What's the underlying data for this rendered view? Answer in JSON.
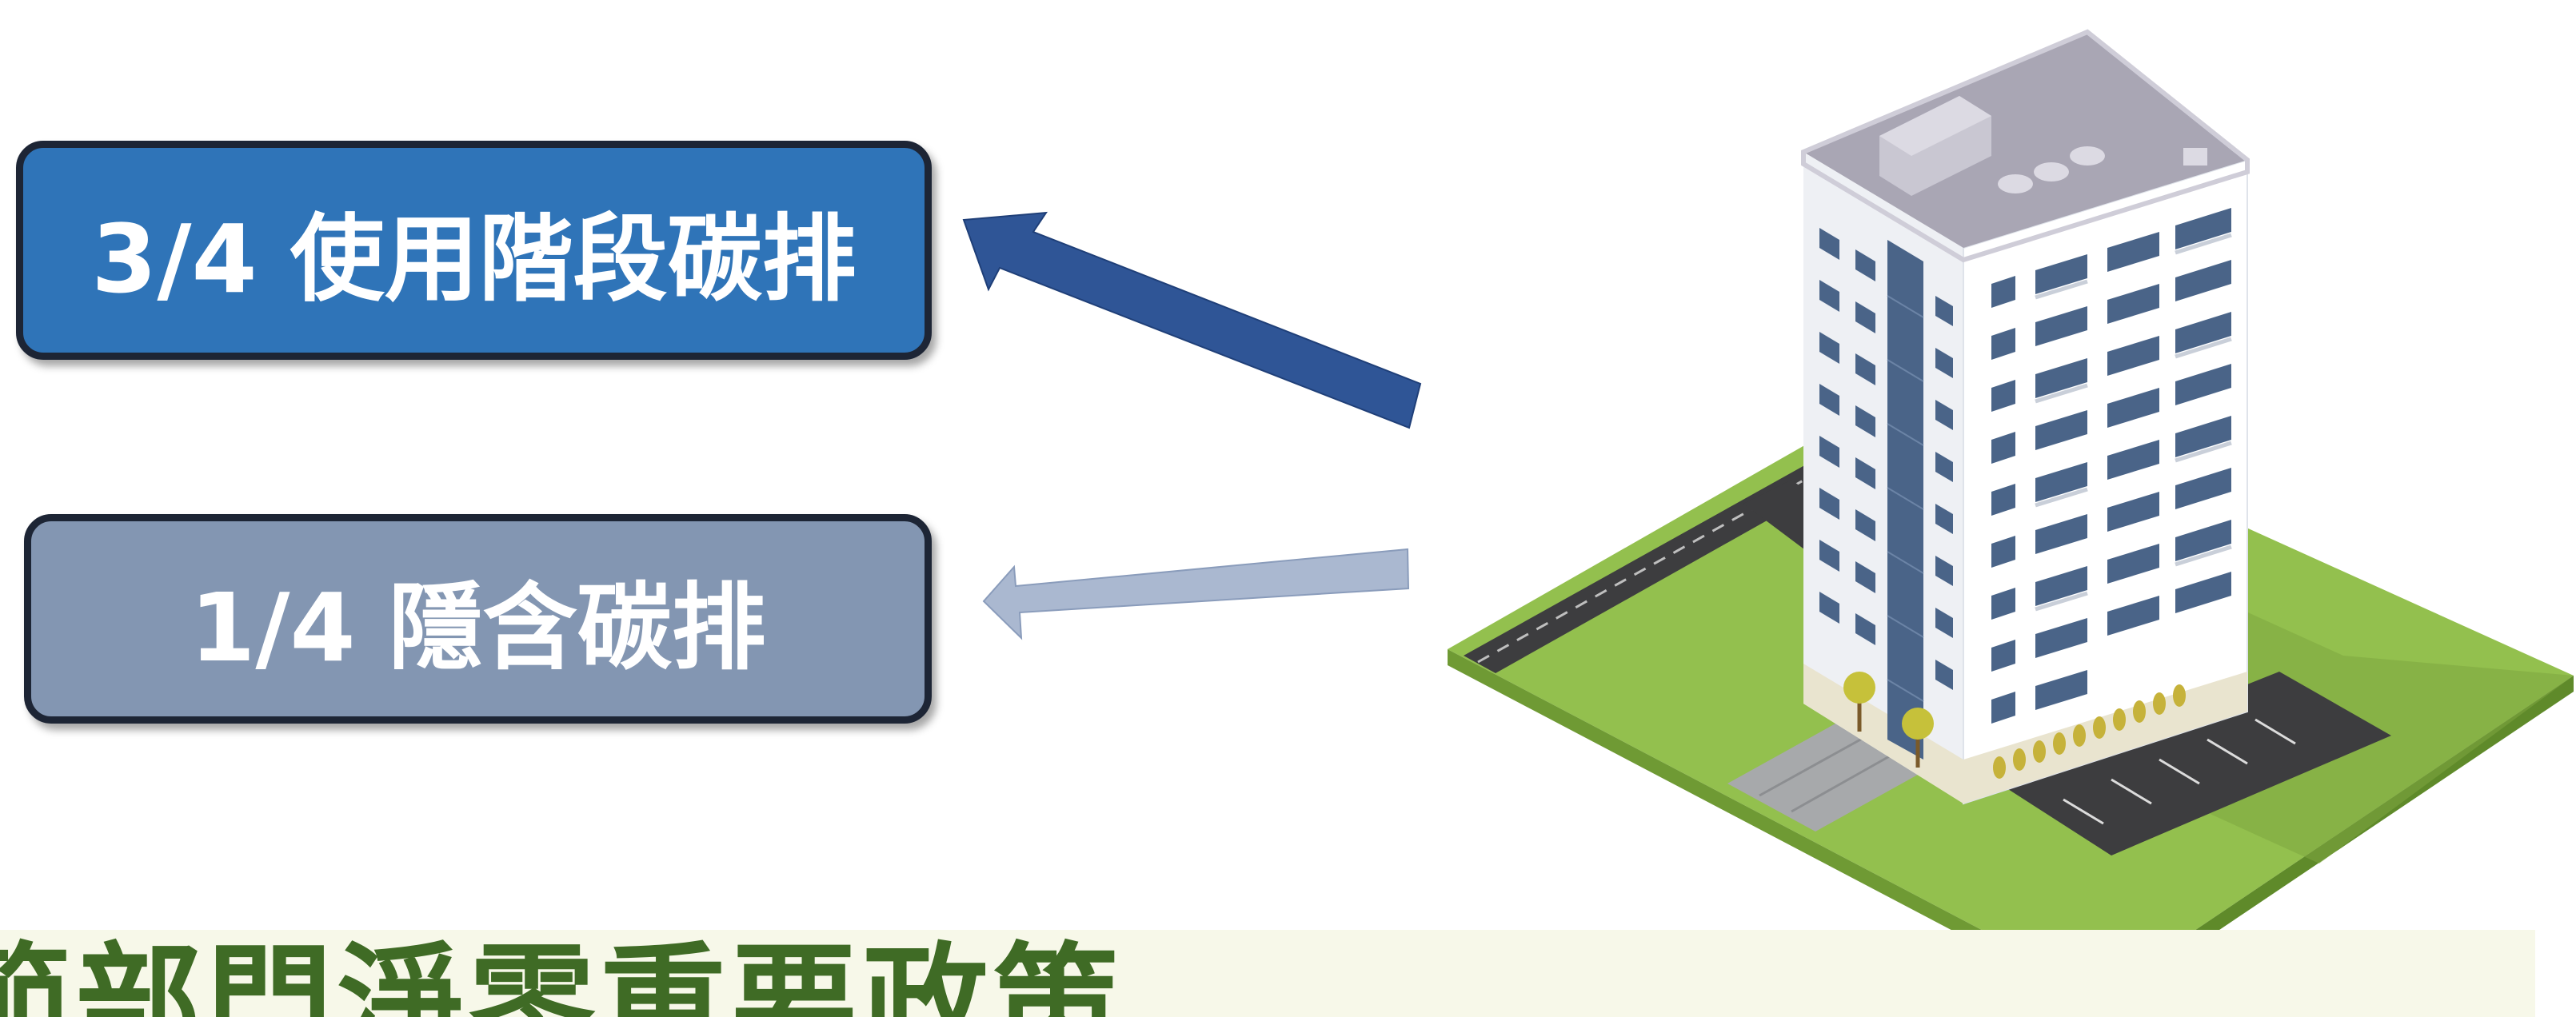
{
  "labels": {
    "operational": "3/4 使用階段碳排",
    "embodied": "1/4 隱含碳排"
  },
  "footer_title": "節部門淨零重要政策",
  "colors": {
    "operational_box": "#2f74b8",
    "embodied_box": "#8396b2",
    "box_border": "#1d2535",
    "operational_arrow": "#2f5596",
    "embodied_arrow": "#aab8d0",
    "footer_bg": "#f7f8e9",
    "footer_text": "#3f6b25",
    "grass": "#93c04e"
  },
  "icons": {
    "building": "office-building-isometric-icon",
    "arrow_operational": "arrow-left-icon",
    "arrow_embodied": "arrow-left-icon"
  }
}
